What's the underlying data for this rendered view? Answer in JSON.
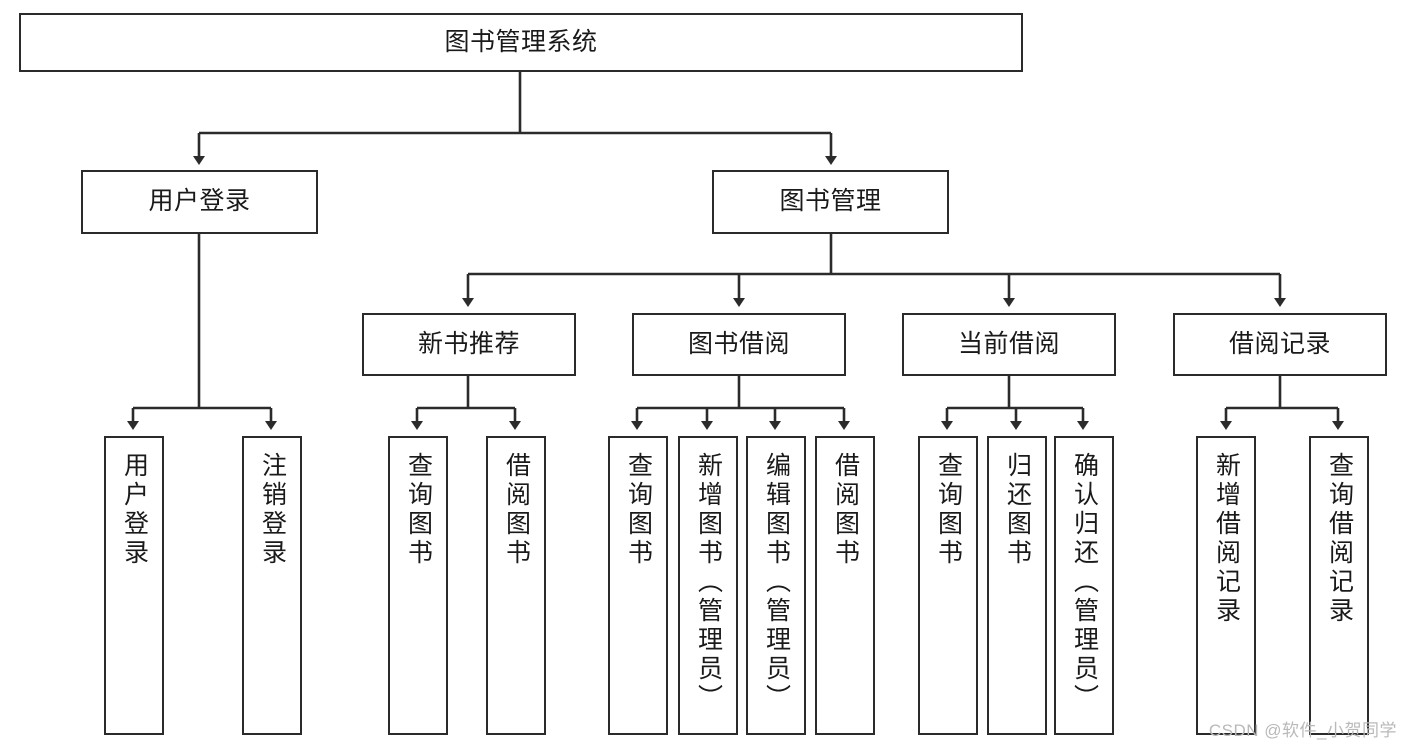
{
  "diagram": {
    "title": "图书管理系统",
    "type": "tree-hierarchy",
    "watermark": "CSDN @软件_小贺同学",
    "stroke_color": "#2b2b2b",
    "fill_color": "#ffffff",
    "text_color": "#1a1a1a"
  },
  "nodes": {
    "root": {
      "label": "图书管理系统"
    },
    "level2": [
      {
        "label": "用户登录"
      },
      {
        "label": "图书管理"
      }
    ],
    "level3": [
      {
        "label": "新书推荐"
      },
      {
        "label": "图书借阅"
      },
      {
        "label": "当前借阅"
      },
      {
        "label": "借阅记录"
      }
    ],
    "leaves": [
      {
        "label": "用户登录"
      },
      {
        "label": "注销登录"
      },
      {
        "label": "查询图书"
      },
      {
        "label": "借阅图书"
      },
      {
        "label": "查询图书"
      },
      {
        "label": "新增图书（管理员）"
      },
      {
        "label": "编辑图书（管理员）"
      },
      {
        "label": "借阅图书"
      },
      {
        "label": "查询图书"
      },
      {
        "label": "归还图书"
      },
      {
        "label": "确认归还（管理员）"
      },
      {
        "label": "新增借阅记录"
      },
      {
        "label": "查询借阅记录"
      }
    ]
  }
}
